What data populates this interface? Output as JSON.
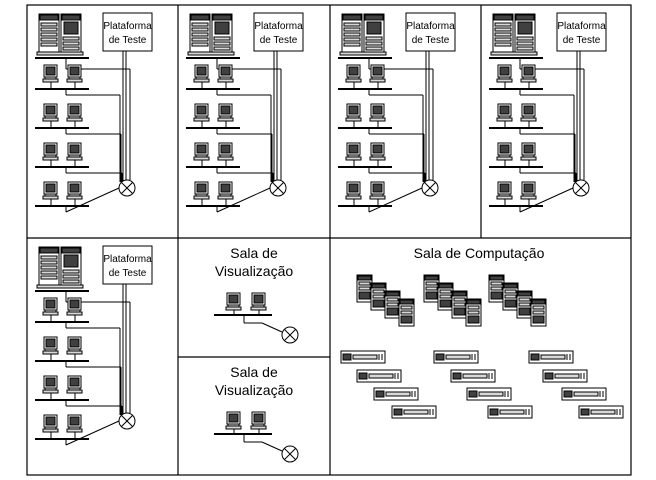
{
  "labels": {
    "test_platform_line1": "Plataforma",
    "test_platform_line2": "de Teste",
    "viz_room_line1": "Sala de",
    "viz_room_line2": "Visualização",
    "computing_room": "Sala de Computação"
  },
  "rooms": {
    "test_labs": [
      {
        "id": "lab-1",
        "workstation_rows": 4
      },
      {
        "id": "lab-2",
        "workstation_rows": 4
      },
      {
        "id": "lab-3",
        "workstation_rows": 4
      },
      {
        "id": "lab-4",
        "workstation_rows": 4
      },
      {
        "id": "lab-5",
        "workstation_rows": 4
      }
    ],
    "visualization_rooms": [
      {
        "id": "viz-1",
        "workstations": 2
      },
      {
        "id": "viz-2",
        "workstations": 2
      }
    ],
    "computing_room": {
      "tower_clusters": 3,
      "rack_servers": 12
    }
  },
  "colors": {
    "line": "#000000",
    "fill_light": "#d8d8d8",
    "fill_dark": "#404040",
    "background": "#ffffff"
  }
}
